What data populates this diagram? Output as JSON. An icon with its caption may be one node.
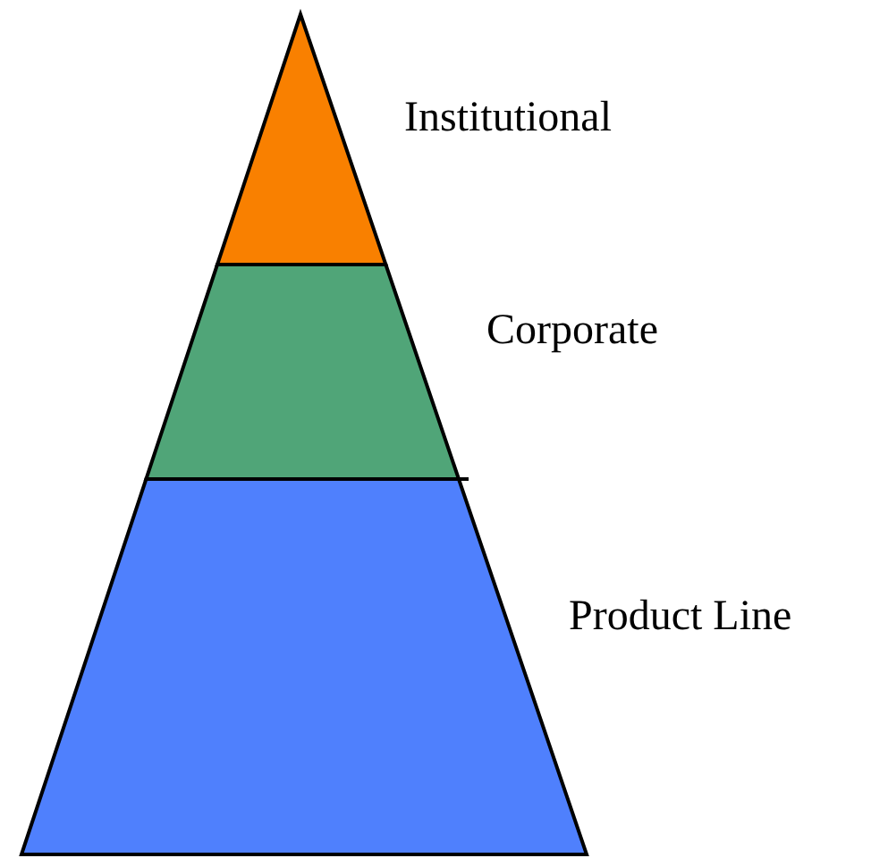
{
  "diagram": {
    "nodes": [
      {
        "text": [
          "Institutional"
        ]
      },
      {
        "text": [
          "Corporate"
        ]
      },
      {
        "text": [
          "Product Line"
        ]
      }
    ]
  }
}
